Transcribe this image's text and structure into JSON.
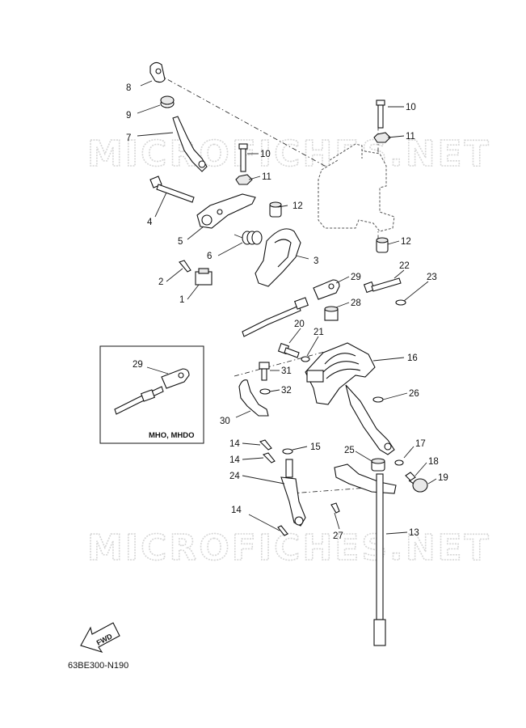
{
  "diagram": {
    "watermark": "MICROFICHES.NET",
    "callouts": {
      "c1": "1",
      "c2": "2",
      "c3": "3",
      "c4": "4",
      "c5": "5",
      "c6": "6",
      "c7": "7",
      "c8": "8",
      "c9": "9",
      "c10a": "10",
      "c10b": "10",
      "c11a": "11",
      "c11b": "11",
      "c12a": "12",
      "c12b": "12",
      "c13": "13",
      "c14a": "14",
      "c14b": "14",
      "c14c": "14",
      "c15": "15",
      "c16": "16",
      "c17": "17",
      "c18": "18",
      "c19": "19",
      "c20": "20",
      "c21": "21",
      "c22": "22",
      "c23": "23",
      "c24": "24",
      "c25": "25",
      "c26": "26",
      "c27": "27",
      "c28": "28",
      "c29": "29",
      "c29i": "29",
      "c30": "30",
      "c31": "31",
      "c32": "32"
    },
    "inset_label": "MHO, MHDO",
    "direction_label": "FWD",
    "diagram_code": "63BE300-N190"
  }
}
